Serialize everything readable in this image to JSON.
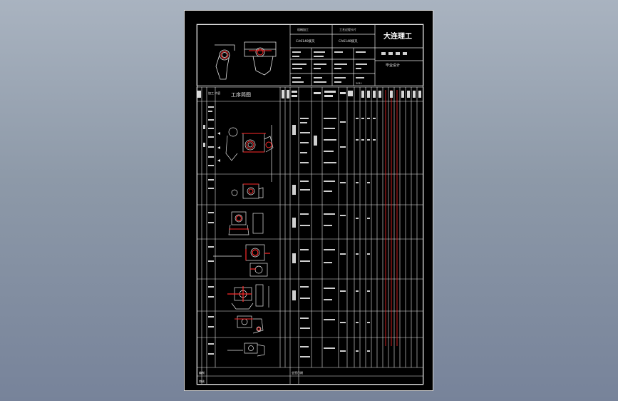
{
  "drawing": {
    "title_block": {
      "school": "大连理工",
      "subtitle": "毕业设计",
      "row1_labels": [
        "机械加工",
        "工艺过程卡片"
      ],
      "part_name": "CA6140拨叉",
      "date": "2011"
    },
    "table_header": {
      "col_process": "工序简图",
      "col_steps": "加工\n内容"
    },
    "footer": [
      "编制",
      "审核",
      "会签日期"
    ],
    "colors": {
      "background": "#000000",
      "lines": "#e6e6e6",
      "accent": "#ff2a2a"
    }
  }
}
